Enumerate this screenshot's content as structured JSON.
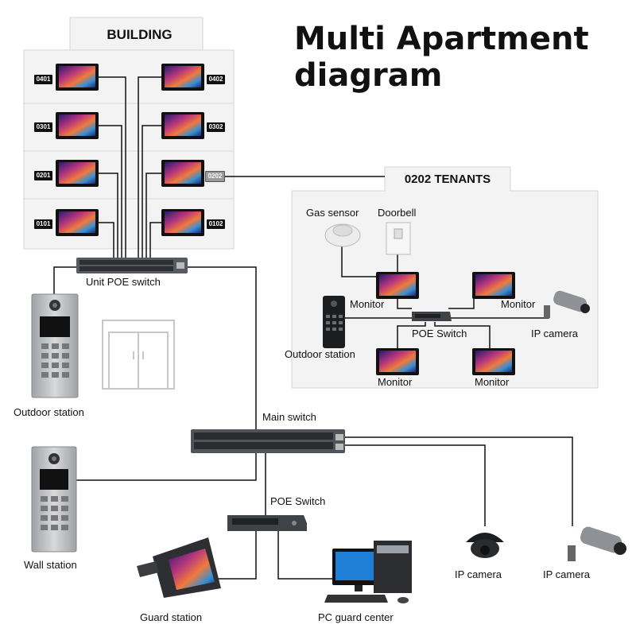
{
  "title": {
    "line1": "Multi Apartment",
    "line2": "diagram"
  },
  "building": {
    "title": "BUILDING",
    "units": [
      "0401",
      "0402",
      "0301",
      "0302",
      "0201",
      "0202",
      "0101",
      "0102"
    ],
    "highlight_unit": "0202"
  },
  "tenants": {
    "title": "0202 TENANTS",
    "gas_sensor": "Gas sensor",
    "doorbell": "Doorbell",
    "monitor": "Monitor",
    "poe_switch": "POE Switch",
    "outdoor_station": "Outdoor station",
    "ip_camera": "IP camera"
  },
  "labels": {
    "unit_poe_switch": "Unit POE switch",
    "outdoor_station": "Outdoor station",
    "main_switch": "Main switch",
    "poe_switch": "POE Switch",
    "wall_station": "Wall station",
    "guard_station": "Guard station",
    "pc_guard_center": "PC guard center",
    "ip_camera": "IP camera"
  },
  "colors": {
    "line": "#111111",
    "panel": "#f2f2f2",
    "panel_border": "#d0d0d0",
    "switch": "#4a4d52"
  }
}
